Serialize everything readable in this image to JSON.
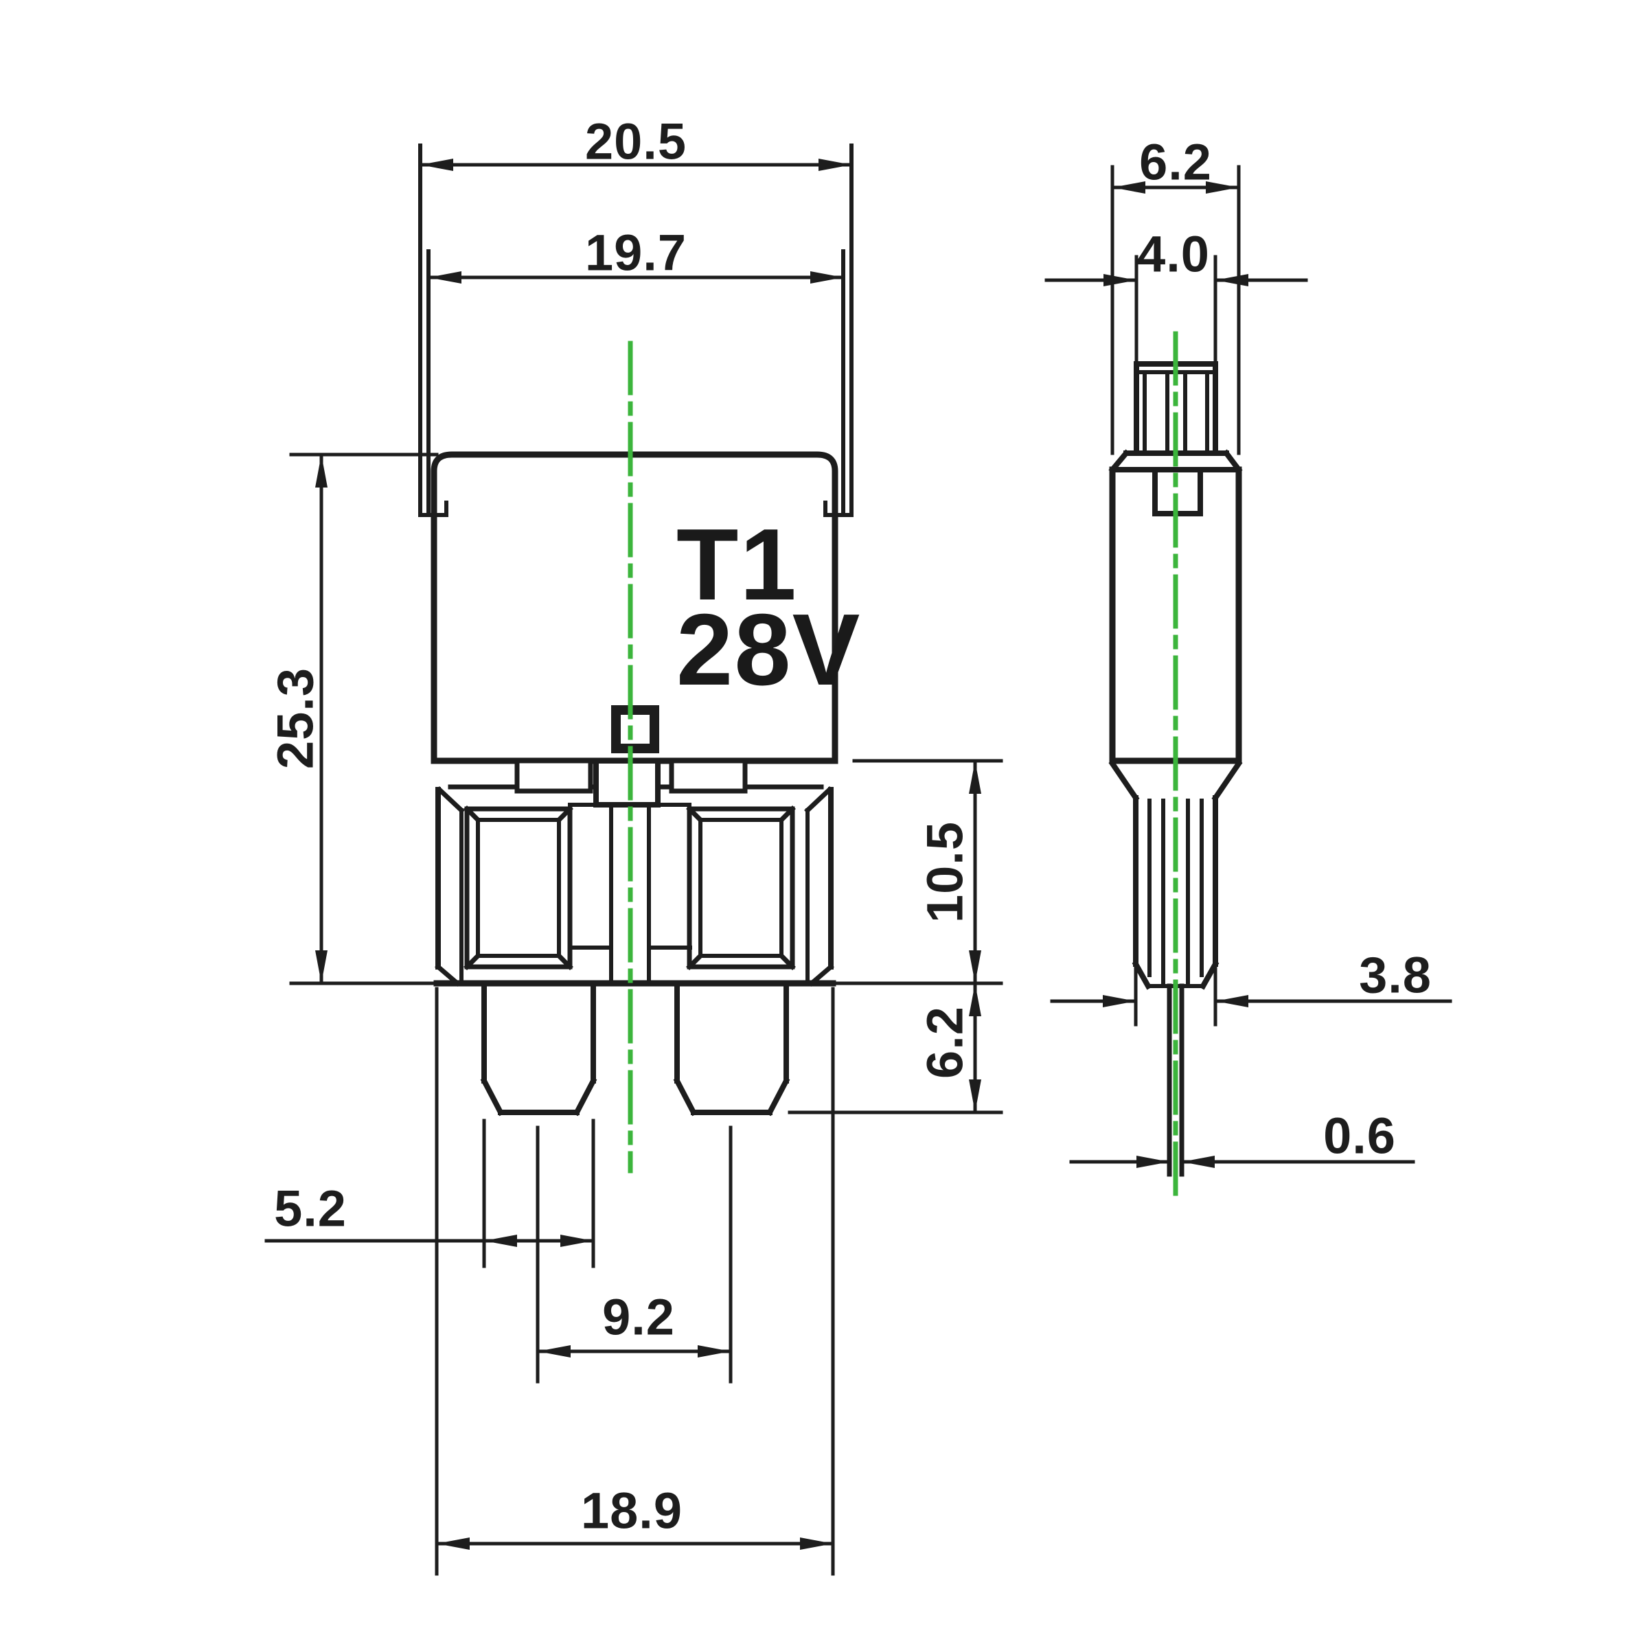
{
  "drawing": {
    "type": "engineering-dimension-drawing",
    "component": "circuit breaker / fuse, blade terminal style",
    "front_view": {
      "marking_line1": "T1",
      "marking_line2": "28V",
      "dimensions": {
        "overall_width_top": "20.5",
        "inner_width_top": "19.7",
        "body_height": "25.3",
        "base_height": "10.5",
        "blade_exposed_length": "6.2",
        "blade_width": "5.2",
        "blade_center_spacing": "9.2",
        "base_overall_width": "18.9"
      }
    },
    "side_view": {
      "dimensions": {
        "overall_depth": "6.2",
        "button_width": "4.0",
        "terminal_housing_depth": "3.8",
        "blade_thickness": "0.6"
      }
    },
    "colors": {
      "line": "#1d1d1d",
      "centerline_green": "#3cb53c",
      "background": "#ffffff",
      "text": "#1d1d1d"
    }
  }
}
